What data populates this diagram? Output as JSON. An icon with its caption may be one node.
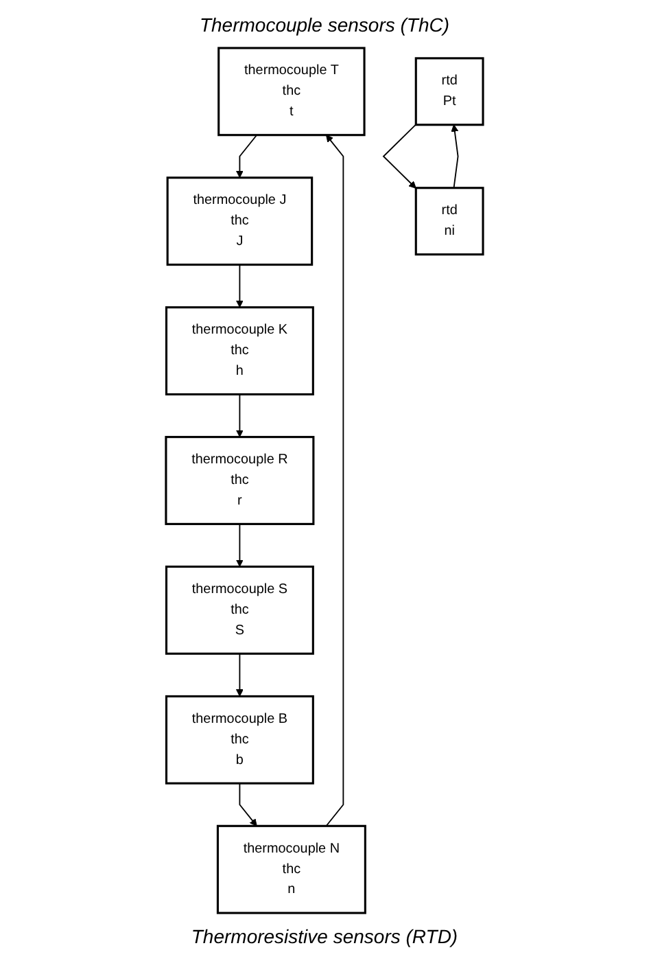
{
  "diagram": {
    "title": "Thermocouple sensors (ThC)",
    "nodes": [
      {
        "text": [
          "thermocouple T",
          "thc",
          "t"
        ]
      },
      {
        "text": [
          "thermocouple J",
          "thc",
          "J"
        ]
      },
      {
        "text": [
          "thermocouple N",
          "thc",
          "n"
        ]
      },
      {
        "text": [
          "thermocouple K",
          "thc",
          "h"
        ]
      },
      {
        "text": [
          "thermocouple B",
          "thc",
          "b"
        ]
      },
      {
        "text": [
          "thermocouple R",
          "thc",
          "r"
        ]
      },
      {
        "text": [
          "thermocouple S",
          "thc",
          "S"
        ]
      },
      {
        "text": [
          "rtd",
          "Pt"
        ]
      },
      {
        "text": [
          "rtd",
          "ni"
        ]
      }
    ],
    "edges": [
      {
        "from": 0,
        "to": 1,
        "arrow": "to"
      },
      {
        "from": 1,
        "to": 3,
        "arrow": "to"
      },
      {
        "from": 3,
        "to": 5,
        "arrow": "to"
      },
      {
        "from": 5,
        "to": 6,
        "arrow": "to"
      },
      {
        "from": 6,
        "to": 4,
        "arrow": "to"
      },
      {
        "from": 4,
        "to": 2,
        "arrow": "to"
      },
      {
        "from": 2,
        "to": 0,
        "arrow": "to"
      },
      {
        "from": 7,
        "to": 8,
        "arrow": "to"
      },
      {
        "from": 8,
        "to": 7,
        "arrow": "to"
      }
    ],
    "labels": [
      "Thermoresistive sensors (RTD)"
    ]
  }
}
